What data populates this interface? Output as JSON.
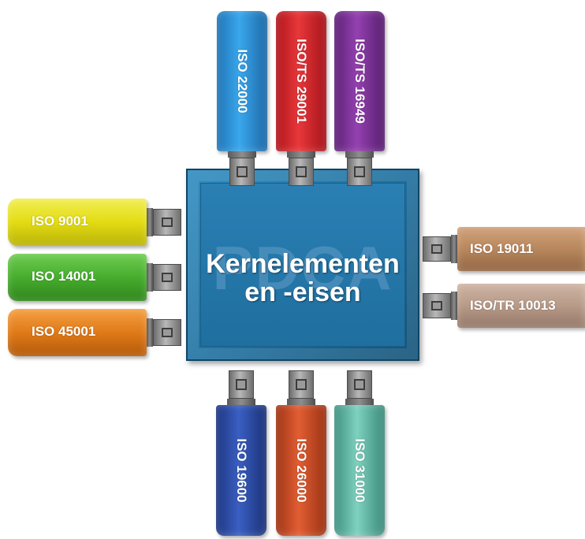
{
  "hub": {
    "watermark": "PDCA",
    "title_line1": "Kernelementen",
    "title_line2": "en -eisen"
  },
  "top": [
    {
      "label": "ISO 22000",
      "color": "#2f92d8"
    },
    {
      "label": "ISO/TS 29001",
      "color": "#d9232a"
    },
    {
      "label": "ISO/TS 16949",
      "color": "#7b2f95"
    }
  ],
  "left": [
    {
      "label": "ISO 9001",
      "color": "#e3dc12"
    },
    {
      "label": "ISO 14001",
      "color": "#47ad2e"
    },
    {
      "label": "ISO 45001",
      "color": "#e07a18"
    }
  ],
  "right": [
    {
      "label": "ISO 19011",
      "color": "#b8875d"
    },
    {
      "label": "ISO/TR 10013",
      "color": "#b79a88"
    }
  ],
  "bottom": [
    {
      "label": "ISO 19600",
      "color": "#2a4aa6"
    },
    {
      "label": "ISO 26000",
      "color": "#cb4a22"
    },
    {
      "label": "ISO 31000",
      "color": "#5fb7a6"
    }
  ]
}
